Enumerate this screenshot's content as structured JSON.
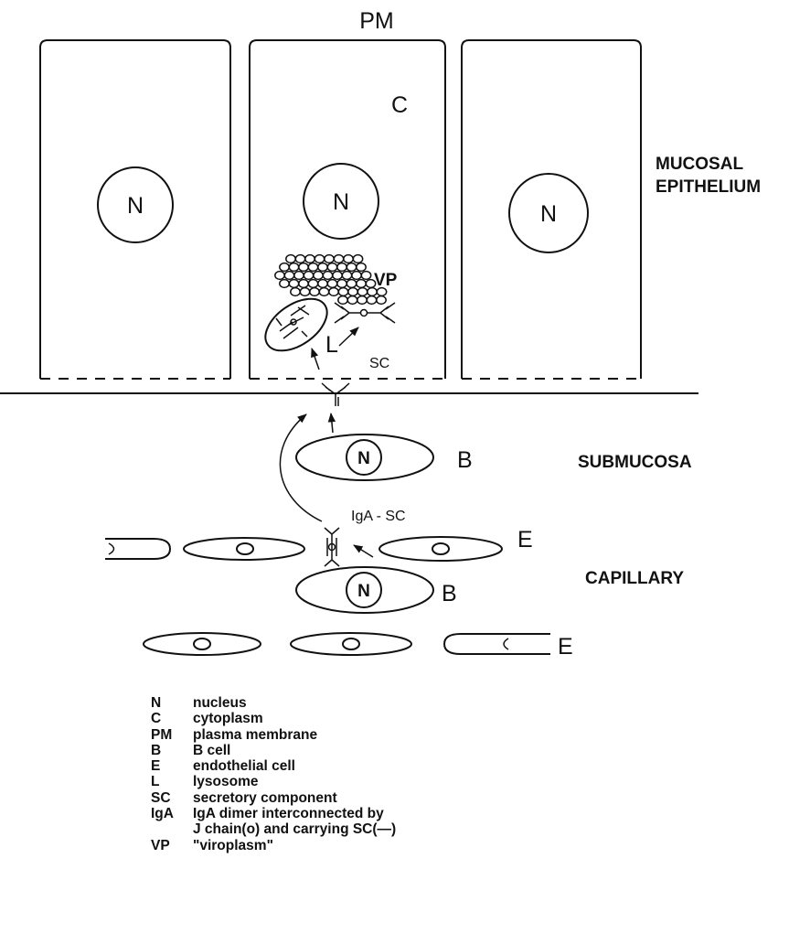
{
  "labels": {
    "pm": "PM",
    "c": "C",
    "nucleus": "N",
    "vp": "VP",
    "l": "L",
    "sc": "SC",
    "b": "B",
    "e": "E",
    "iga_sc": "IgA - SC",
    "mucosal_line1": "MUCOSAL",
    "mucosal_line2": "EPITHELIUM",
    "submucosa": "SUBMUCOSA",
    "capillary": "CAPILLARY"
  },
  "legend": [
    {
      "abbr": "N",
      "def": "nucleus"
    },
    {
      "abbr": "C",
      "def": "cytoplasm"
    },
    {
      "abbr": "PM",
      "def": "plasma membrane"
    },
    {
      "abbr": "B",
      "def": "B cell"
    },
    {
      "abbr": "E",
      "def": "endothelial cell"
    },
    {
      "abbr": "L",
      "def": "lysosome"
    },
    {
      "abbr": "SC",
      "def": "secretory component"
    },
    {
      "abbr": "IgA",
      "def": "IgA dimer interconnected by"
    },
    {
      "abbr": "",
      "def": "J chain(o) and carrying SC(—)"
    },
    {
      "abbr": "VP",
      "def": "\"viroplasm\""
    }
  ]
}
